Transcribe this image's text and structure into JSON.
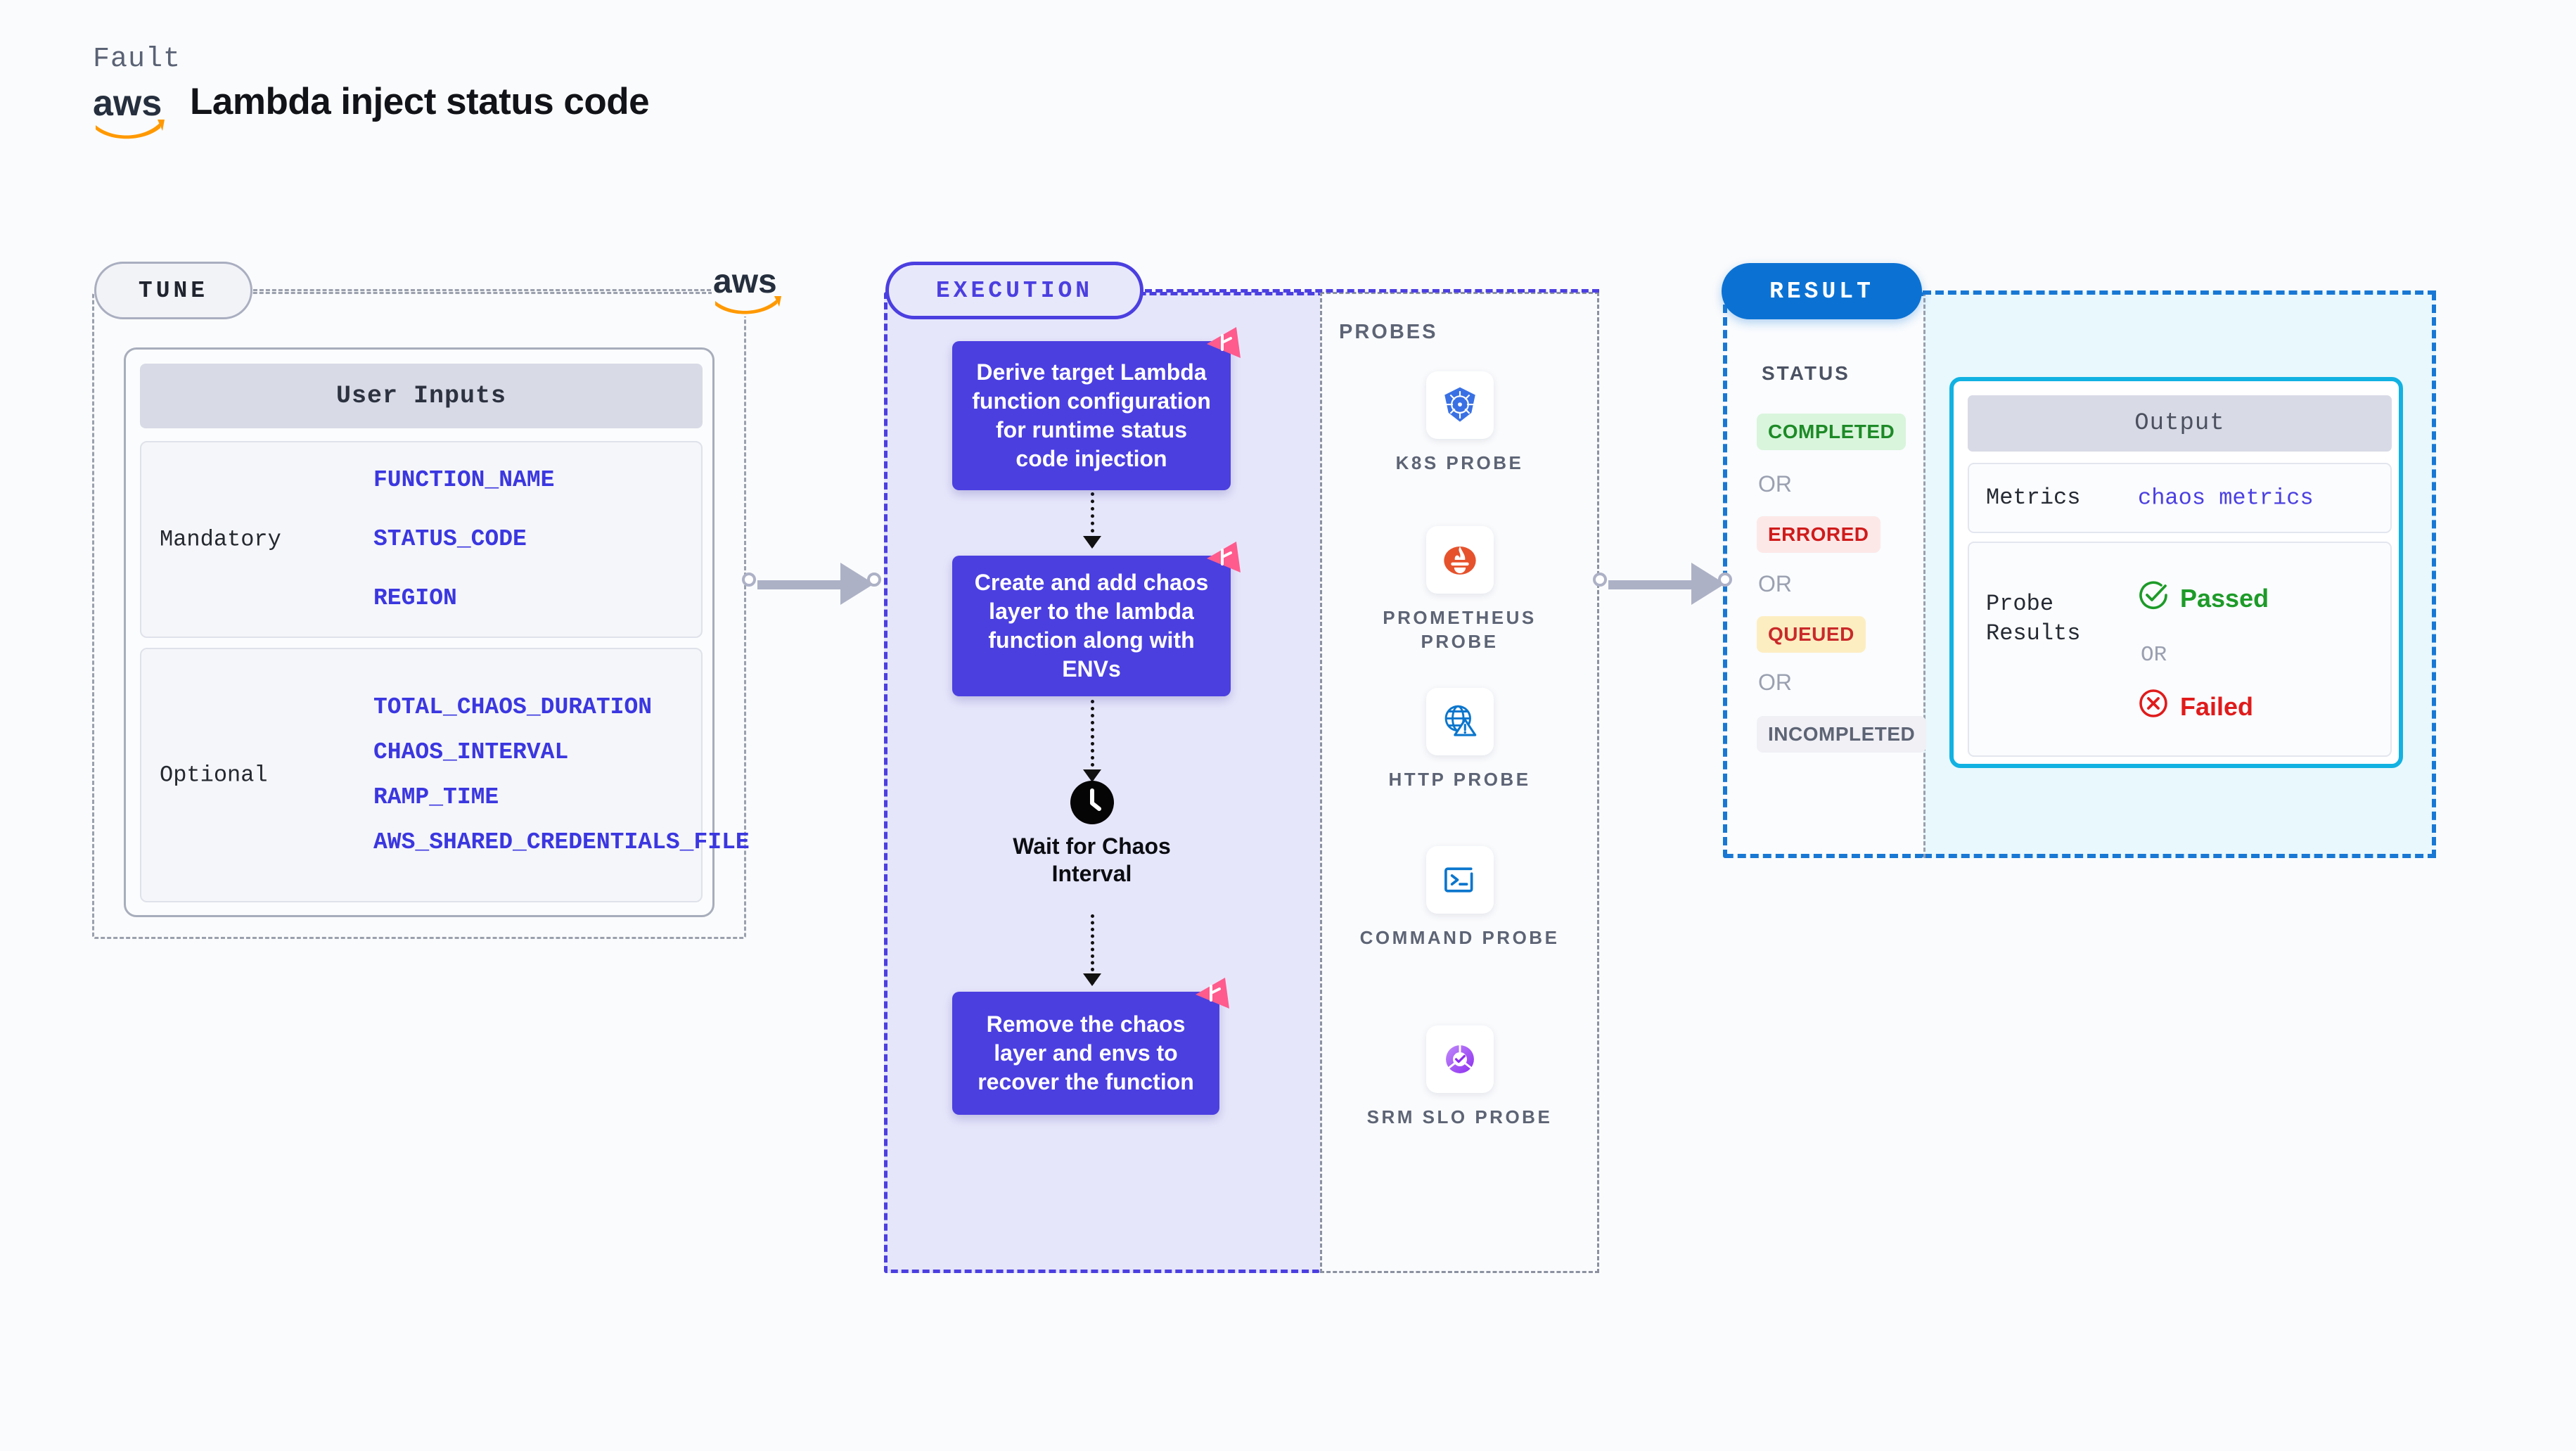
{
  "header": {
    "category": "Fault",
    "title": "Lambda inject status code",
    "logo_icon": "aws-logo"
  },
  "tune": {
    "pill_label": "TUNE",
    "logo_icon": "aws-logo",
    "card_title": "User Inputs",
    "groups": [
      {
        "label": "Mandatory",
        "vars": [
          "FUNCTION_NAME",
          "STATUS_CODE",
          "REGION"
        ]
      },
      {
        "label": "Optional",
        "vars": [
          "TOTAL_CHAOS_DURATION",
          "CHAOS_INTERVAL",
          "RAMP_TIME",
          "AWS_SHARED_CREDENTIALS_FILE"
        ]
      }
    ]
  },
  "execution": {
    "pill_label": "EXECUTION",
    "steps": [
      "Derive target Lambda function configuration for runtime status code injection",
      "Create and add chaos layer to the lambda function along with ENVs"
    ],
    "wait_node": {
      "icon": "clock-icon",
      "label": "Wait for Chaos Interval"
    },
    "final_step": "Remove the chaos layer and envs to recover the function"
  },
  "probes": {
    "title": "PROBES",
    "items": [
      {
        "label": "K8S PROBE",
        "icon": "kubernetes-icon"
      },
      {
        "label": "PROMETHEUS PROBE",
        "icon": "prometheus-icon"
      },
      {
        "label": "HTTP PROBE",
        "icon": "http-globe-warning-icon"
      },
      {
        "label": "COMMAND PROBE",
        "icon": "terminal-icon"
      },
      {
        "label": "SRM SLO PROBE",
        "icon": "srm-slo-icon"
      }
    ]
  },
  "result": {
    "pill_label": "RESULT",
    "status_title": "STATUS",
    "or_label": "OR",
    "statuses": [
      {
        "label": "COMPLETED",
        "bg": "#d9f5dc",
        "fg": "#1d8a27"
      },
      {
        "label": "ERRORED",
        "bg": "#fde8e8",
        "fg": "#cf1b1b"
      },
      {
        "label": "QUEUED",
        "bg": "#fdeec2",
        "fg": "#c92a2a"
      },
      {
        "label": "INCOMPLETED",
        "bg": "#f0f0f5",
        "fg": "#5d6475"
      }
    ],
    "output": {
      "title": "Output",
      "metrics_key": "Metrics",
      "metrics_value": "chaos metrics",
      "probe_key": "Probe Results",
      "passed_label": "Passed",
      "failed_label": "Failed",
      "or_label": "OR",
      "passed_icon": "check-circle-icon",
      "failed_icon": "x-circle-icon"
    }
  },
  "colors": {
    "accent_purple": "#4b3fe0",
    "accent_blue": "#1878d4",
    "accent_cyan": "#12b2e2",
    "aws_orange": "#ff9900",
    "chaos_pink": "#ff5b8d",
    "connector_grey": "#adb1c6",
    "canvas": "#fafbfc"
  }
}
